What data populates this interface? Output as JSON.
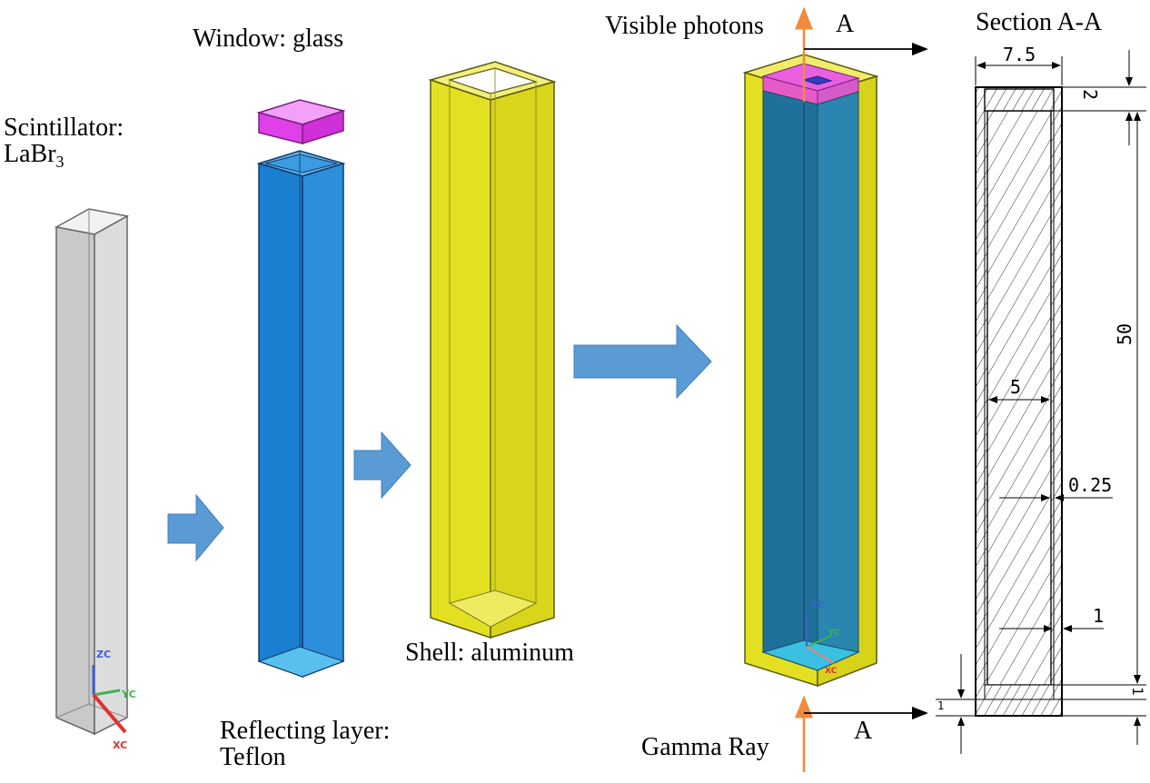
{
  "labels": {
    "scintillator_line1": "Scintillator:",
    "scintillator_line2": "LaBr",
    "scintillator_sub": "3",
    "window": "Window: glass",
    "reflecting_line1": "Reflecting layer:",
    "reflecting_line2": "Teflon",
    "shell": "Shell: aluminum",
    "visible_photons": "Visible photons",
    "gamma_ray": "Gamma Ray",
    "section_top": "A",
    "section_bottom": "A",
    "section_title": "Section A-A"
  },
  "dimensions": {
    "width_outer": "7.5",
    "window_thickness": "2",
    "length": "50",
    "width_inner": "5",
    "reflector_thickness": "0.25",
    "shell_thickness": "1",
    "bottom_left": "1",
    "bottom_right": "1"
  },
  "axes": {
    "zc": "ZC",
    "yc": "YC",
    "xc": "XC"
  },
  "colors": {
    "scintillator": "#d0d0d0",
    "reflector": "#1a7fd0",
    "window": "#e040e8",
    "shell": "#e3e022",
    "arrow": "#5b9bd5",
    "ray": "#f08a3c"
  }
}
